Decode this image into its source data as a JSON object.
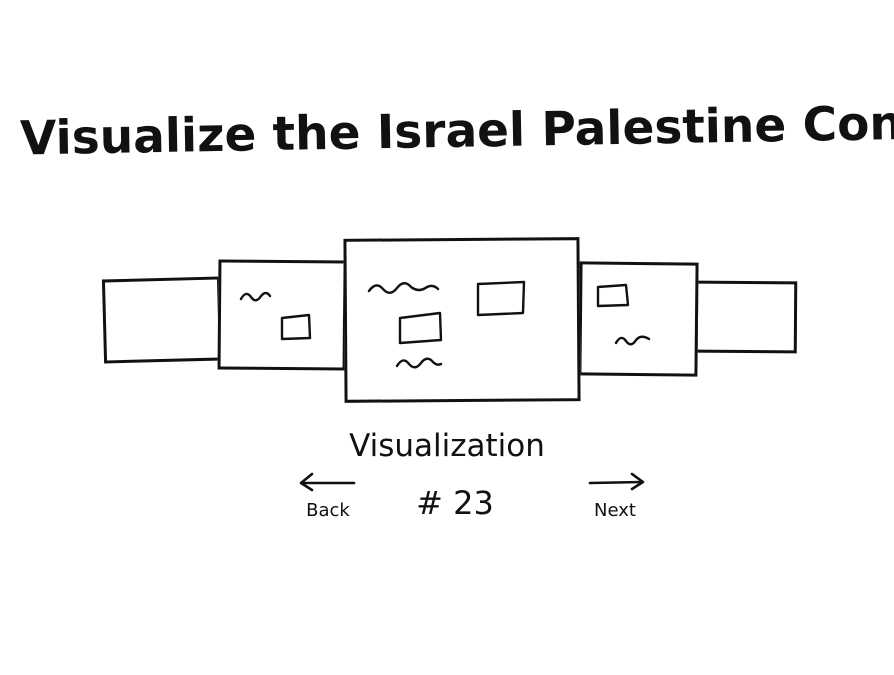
{
  "header": {
    "title": "Visualize the Israel Palestine Conflict"
  },
  "carousel": {
    "caption": "Visualization",
    "counter": "# 23",
    "back_label": "Back",
    "next_label": "Next"
  }
}
